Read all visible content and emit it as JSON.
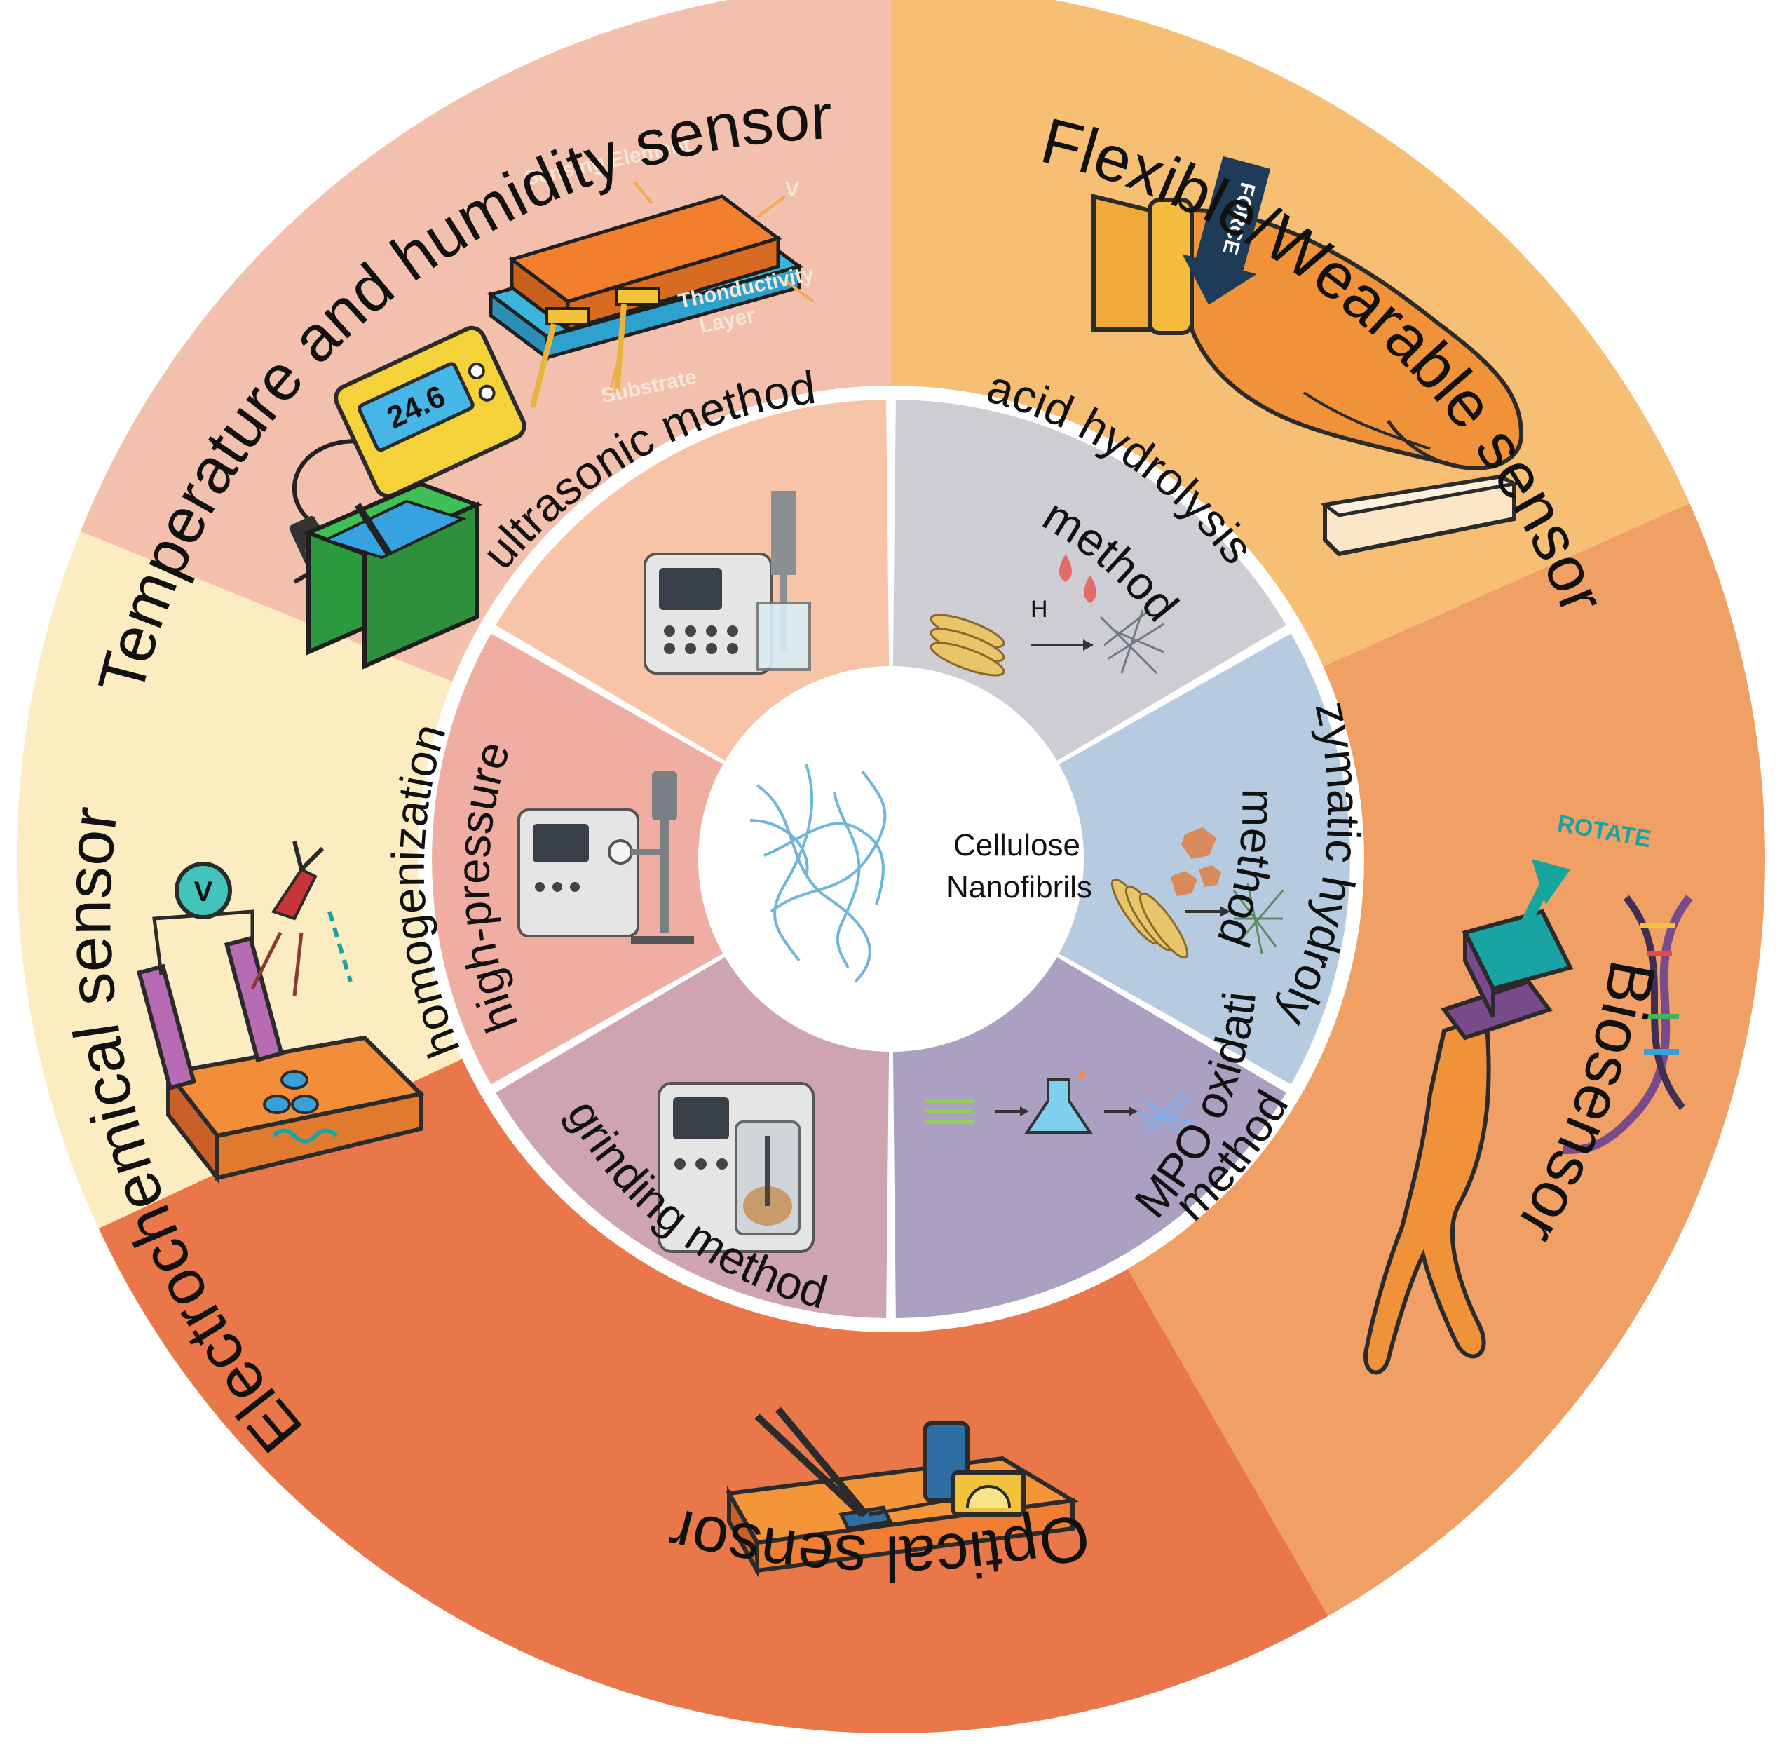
{
  "center": {
    "line1": "Cellulose",
    "line2": "Nanofibrils"
  },
  "outer_ring": [
    {
      "label": "Temperature and humidity sensor",
      "color": "#f2c0ad"
    },
    {
      "label": "Flexible/Wearable sensor",
      "color": "#f6bf74"
    },
    {
      "label": "Biosensor",
      "color": "#f0a065"
    },
    {
      "label": "Optical sensor",
      "color": "#e97749"
    },
    {
      "label": "Electrochemical sensor",
      "color": "#fbecc2"
    }
  ],
  "inner_ring": [
    {
      "line1": "ultrasonic method",
      "line2": "",
      "color": "#f7c4a8"
    },
    {
      "line1": "acid hydrolysis",
      "line2": "method",
      "color": "#cfcdd4"
    },
    {
      "line1": "enzymatic hydrolysis",
      "line2": "method",
      "color": "#b6cbe0"
    },
    {
      "line1": "TEMPO oxidation",
      "line2": "method",
      "color": "#aba0c1"
    },
    {
      "line1": "grinding method",
      "line2": "",
      "color": "#cea4b1"
    },
    {
      "line1": "high-pressure",
      "line2": "homogenization",
      "color": "#f0aea3"
    }
  ],
  "illustration_text": {
    "sensing_element": "Sensing Element",
    "v": "V",
    "conductivity_layer_1": "Thonductivity",
    "conductivity_layer_2": "Layer",
    "substrate": "Substrate",
    "meter_reading": "24.6",
    "force": "FORCE",
    "rotate": "ROTATE",
    "h": "H",
    "voltmeter": "V"
  }
}
